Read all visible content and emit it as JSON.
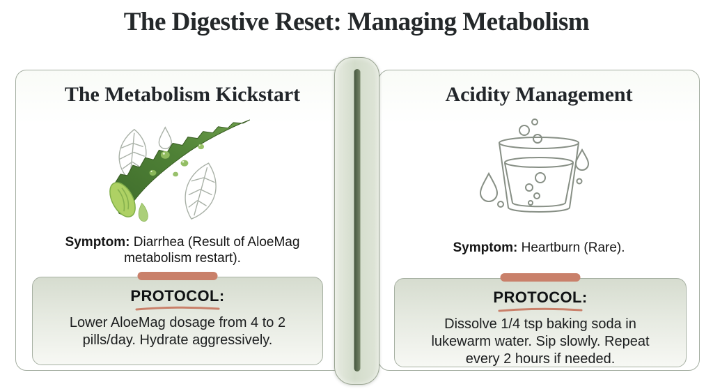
{
  "title": "The Digestive Reset: Managing Metabolism",
  "colors": {
    "accent_salmon": "#c9806a",
    "sage_dark": "#5f7055",
    "sage_light": "#d6dccf",
    "panel_border": "#a3ada0",
    "text_dark": "#24282a"
  },
  "left_panel": {
    "title": "The Metabolism Kickstart",
    "illustration": "aloe-vera-leaf-with-droplets",
    "symptom_label": "Symptom:",
    "symptom_text": "Diarrhea (Result of AloeMag metabolism restart).",
    "protocol_label": "PROTOCOL:",
    "protocol_text": "Lower AloeMag dosage from 4 to 2 pills/day. Hydrate aggressively."
  },
  "right_panel": {
    "title": "Acidity Management",
    "illustration": "glass-of-water-with-bubbles-and-drops",
    "symptom_label": "Symptom:",
    "symptom_text": "Heartburn (Rare).",
    "protocol_label": "PROTOCOL:",
    "protocol_text": "Dissolve 1/4 tsp baking soda in lukewarm water. Sip slowly. Repeat every 2 hours if needed."
  }
}
